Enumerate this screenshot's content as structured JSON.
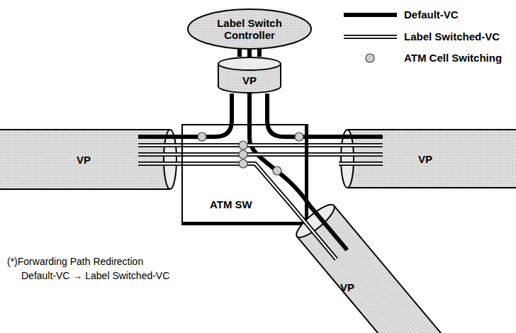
{
  "diagram": {
    "nodes": [
      {
        "text": [
          "Label Switch Controller"
        ]
      },
      {
        "text": [
          "VP"
        ]
      },
      {
        "text": [
          "VP"
        ]
      },
      {
        "text": [
          "ATM SW"
        ]
      },
      {
        "text": [
          "VP"
        ]
      },
      {
        "text": [
          "VP"
        ]
      }
    ],
    "edges": [
      {
        "from": 0,
        "to": 1,
        "arrow": "none"
      },
      {
        "from": 1,
        "to": 2,
        "arrow": "none"
      },
      {
        "from": 1,
        "to": 4,
        "arrow": "none"
      },
      {
        "from": 1,
        "to": 5,
        "arrow": "none"
      },
      {
        "from": 2,
        "to": 4,
        "arrow": "none"
      },
      {
        "from": 2,
        "to": 5,
        "arrow": "none"
      }
    ],
    "labels": [
      "(*)Forwarding Path Redirection",
      "Default-VC → Label Switched-VC"
    ],
    "legend": [
      {
        "text": "Default-VC"
      },
      {
        "text": "Label Switched-VC"
      },
      {
        "text": "ATM Cell Switching"
      }
    ]
  }
}
